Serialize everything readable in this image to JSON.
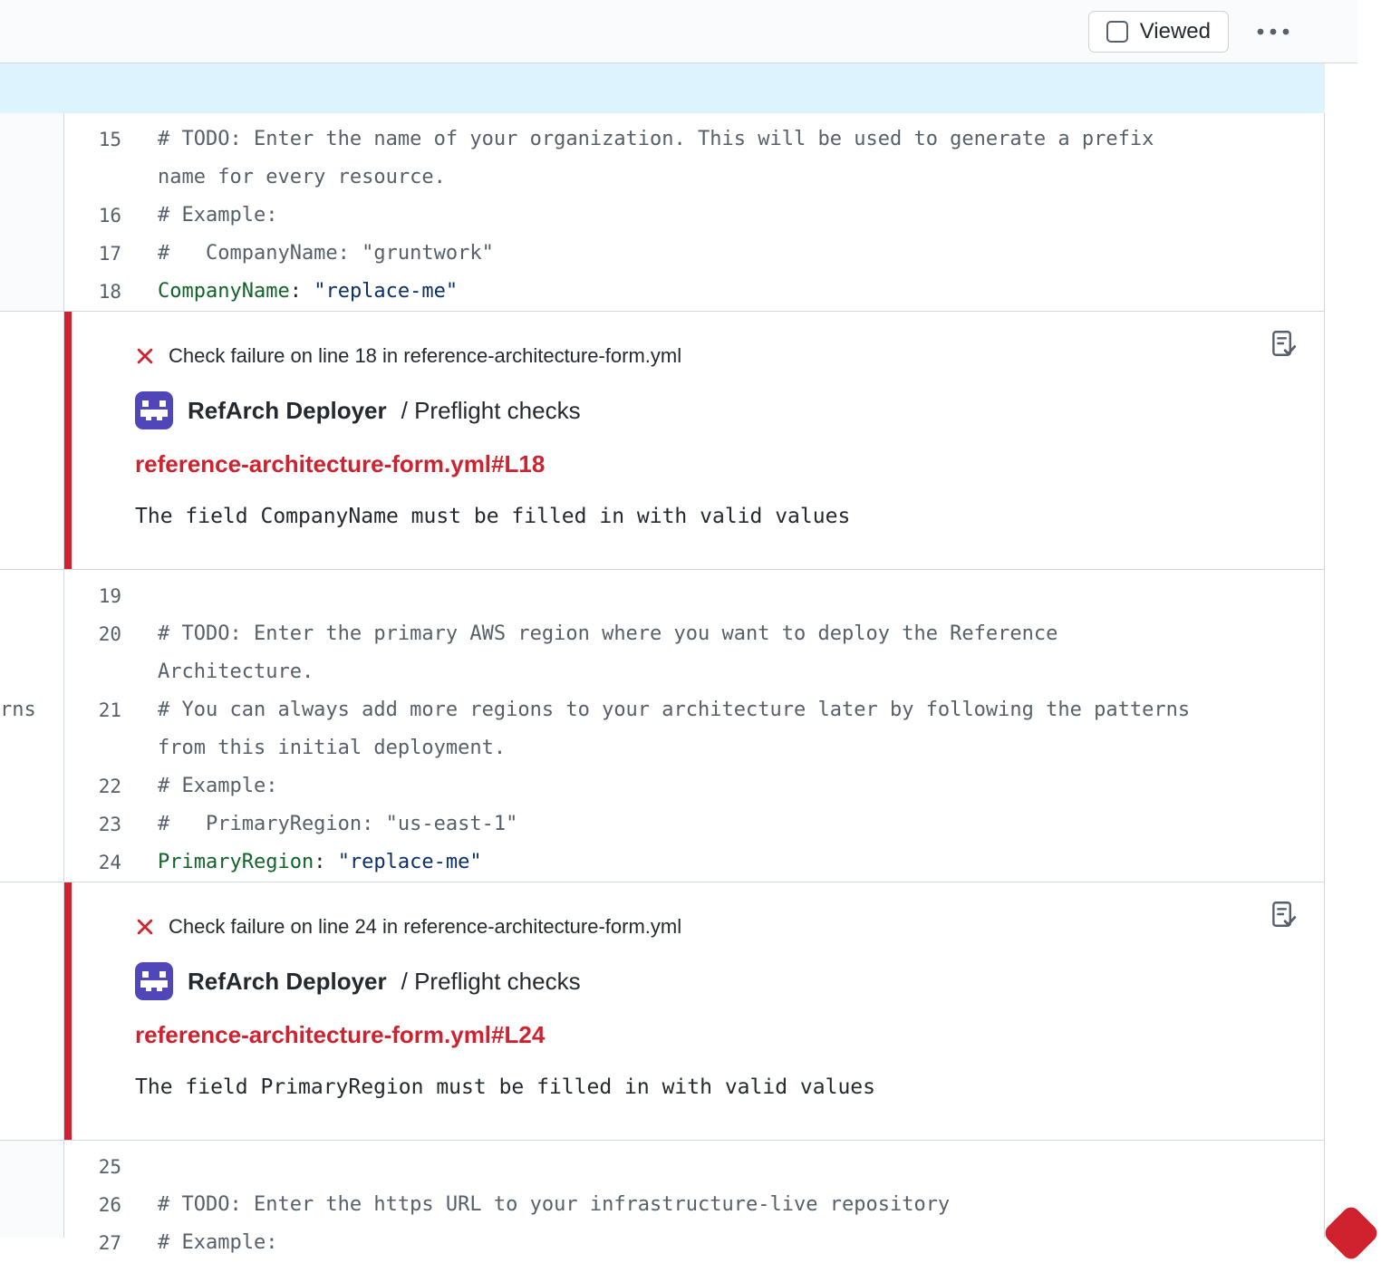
{
  "toolbar": {
    "viewed_label": "Viewed"
  },
  "left_pane": {
    "partial_text": "rns"
  },
  "code_blocks": [
    {
      "lines": [
        {
          "num": "15",
          "segments": [
            {
              "t": "comment",
              "s": "# TODO: Enter the name of your organization. This will be used to generate a prefix name for every resource."
            }
          ]
        },
        {
          "num": "16",
          "segments": [
            {
              "t": "comment",
              "s": "# Example:"
            }
          ]
        },
        {
          "num": "17",
          "segments": [
            {
              "t": "comment",
              "s": "#   CompanyName: \"gruntwork\""
            }
          ]
        },
        {
          "num": "18",
          "segments": [
            {
              "t": "key",
              "s": "CompanyName"
            },
            {
              "t": "plain",
              "s": ": "
            },
            {
              "t": "string",
              "s": "\"replace-me\""
            }
          ]
        }
      ]
    },
    {
      "lines": [
        {
          "num": "19",
          "segments": []
        },
        {
          "num": "20",
          "segments": [
            {
              "t": "comment",
              "s": "# TODO: Enter the primary AWS region where you want to deploy the Reference Architecture."
            }
          ]
        },
        {
          "num": "21",
          "segments": [
            {
              "t": "comment",
              "s": "# You can always add more regions to your architecture later by following the patterns from this initial deployment."
            }
          ]
        },
        {
          "num": "22",
          "segments": [
            {
              "t": "comment",
              "s": "# Example:"
            }
          ]
        },
        {
          "num": "23",
          "segments": [
            {
              "t": "comment",
              "s": "#   PrimaryRegion: \"us-east-1\""
            }
          ]
        },
        {
          "num": "24",
          "segments": [
            {
              "t": "key",
              "s": "PrimaryRegion"
            },
            {
              "t": "plain",
              "s": ": "
            },
            {
              "t": "string",
              "s": "\"replace-me\""
            }
          ]
        }
      ]
    },
    {
      "lines": [
        {
          "num": "25",
          "segments": []
        },
        {
          "num": "26",
          "segments": [
            {
              "t": "comment",
              "s": "# TODO: Enter the https URL to your infrastructure-live repository"
            }
          ]
        },
        {
          "num": "27",
          "segments": [
            {
              "t": "comment",
              "s": "# Example:"
            }
          ]
        }
      ]
    }
  ],
  "annotations": [
    {
      "header": "Check failure on line 18 in reference-architecture-form.yml",
      "app_name": "RefArch Deployer",
      "check_context": "/ Preflight checks",
      "file_link": "reference-architecture-form.yml#L18",
      "message": "The field CompanyName must be filled in with valid values"
    },
    {
      "header": "Check failure on line 24 in reference-architecture-form.yml",
      "app_name": "RefArch Deployer",
      "check_context": "/ Preflight checks",
      "file_link": "reference-architecture-form.yml#L24",
      "message": "The field PrimaryRegion must be filled in with valid values"
    }
  ],
  "colors": {
    "failure_red": "#cf222e",
    "app_avatar_purple": "#5046ba",
    "yaml_key_green": "#116329",
    "yaml_string_blue": "#0a3069",
    "comment_gray": "#57606a",
    "hunk_blue": "#ddf4ff"
  }
}
